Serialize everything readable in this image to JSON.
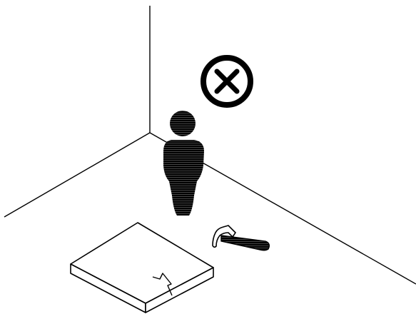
{
  "illustration": {
    "elements": [
      "room-corner",
      "prohibition-icon",
      "person-figure",
      "hammer",
      "cracked-tile"
    ],
    "colors": {
      "ink": "#000000",
      "paper": "#ffffff"
    }
  }
}
